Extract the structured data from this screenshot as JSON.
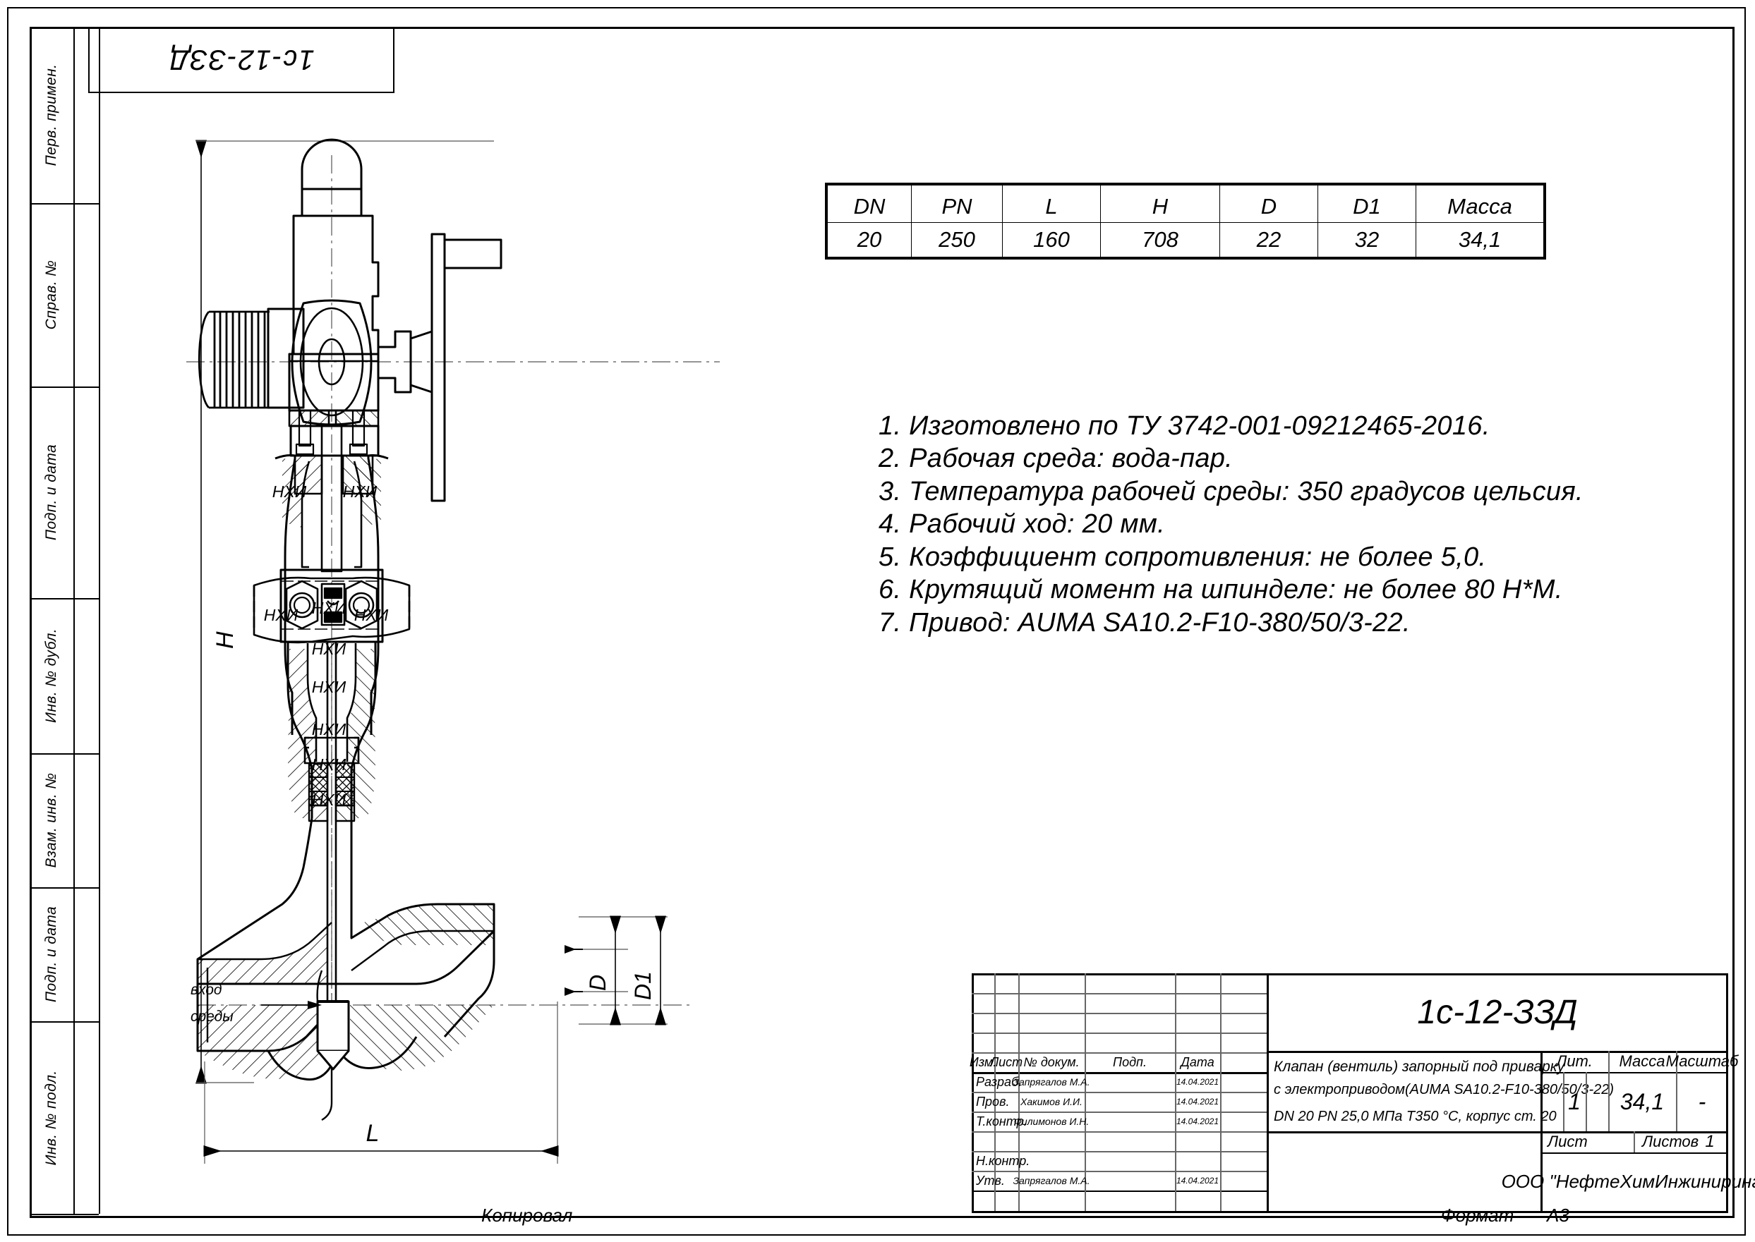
{
  "drawing": {
    "part_number_top": "1с-12-ЗЗД",
    "designation": "1с-12-ЗЗД",
    "sheet_format": "А3"
  },
  "side_labels": [
    {
      "name": "perv-primen",
      "text": "Перв. примен."
    },
    {
      "name": "sprav-no",
      "text": "Справ. №"
    },
    {
      "name": "podp-i-data-1",
      "text": "Подп. и дата"
    },
    {
      "name": "inv-no-dubl",
      "text": "Инв. № дубл."
    },
    {
      "name": "vzam-inv-no",
      "text": "Взам. инв. №"
    },
    {
      "name": "podp-i-data-2",
      "text": "Подп. и дата"
    },
    {
      "name": "inv-no-podl",
      "text": "Инв. № подл."
    }
  ],
  "spec_table": {
    "headers": [
      "DN",
      "PN",
      "L",
      "H",
      "D",
      "D1",
      "Масса"
    ],
    "values": [
      "20",
      "250",
      "160",
      "708",
      "22",
      "32",
      "34,1"
    ]
  },
  "notes": [
    "1. Изготовлено по ТУ 3742-001-09212465-2016.",
    "2. Рабочая среда: вода-пар.",
    "3. Температура рабочей среды: 350 градусов цельсия.",
    "4. Рабочий ход: 20 мм.",
    "5. Коэффициент сопротивления: не более 5,0.",
    "6. Крутящий момент на шпинделе: не более 80 Н*М.",
    "7. Привод: AUMA SA10.2-F10-380/50/3-22."
  ],
  "annotations": {
    "inlet_line1": "вход",
    "inlet_line2": "среды",
    "dim_h": "H",
    "dim_l": "L",
    "dim_d": "D",
    "dim_d1": "D1",
    "hatch_label": "НХИ"
  },
  "title_block": {
    "columns": [
      "Изм.",
      "Лист",
      "№ докум.",
      "Подп.",
      "Дата"
    ],
    "rows": [
      {
        "role": "Разраб.",
        "doc": "Запрягалов М.А.",
        "sign": "",
        "date": "14.04.2021"
      },
      {
        "role": "Пров.",
        "doc": "Хакимов И.И.",
        "sign": "",
        "date": "14.04.2021"
      },
      {
        "role": "Т.контр.",
        "doc": "Филимонов И.Н.",
        "sign": "",
        "date": "14.04.2021"
      },
      {
        "role": "",
        "doc": "",
        "sign": "",
        "date": ""
      },
      {
        "role": "Н.контр.",
        "doc": "",
        "sign": "",
        "date": ""
      },
      {
        "role": "Утв.",
        "doc": "Запрягалов М.А.",
        "sign": "",
        "date": "14.04.2021"
      }
    ],
    "designation": "1с-12-ЗЗД",
    "product_name_l1": "Клапан (вентиль) запорный под приварку",
    "product_name_l2": "с электроприводом(AUMA SA10.2-F10-380/50/3-22)",
    "product_name_l3": "DN 20 PN 25,0 МПа Т350 °С, корпус ст. 20",
    "lit_header": "Лит.",
    "mass_header": "Масса",
    "scale_header": "Масштаб",
    "lit_value": "1",
    "mass_value": "34,1",
    "scale_value": "-",
    "sheet_header": "Лист",
    "sheets_header": "Листов",
    "sheets_value": "1",
    "sheet_value": "",
    "company": "ООО \"НефтеХимИнжиниринг\""
  },
  "bottom_strip": {
    "copied": "Копировал",
    "format_label": "Формат",
    "format_value": "А3"
  }
}
